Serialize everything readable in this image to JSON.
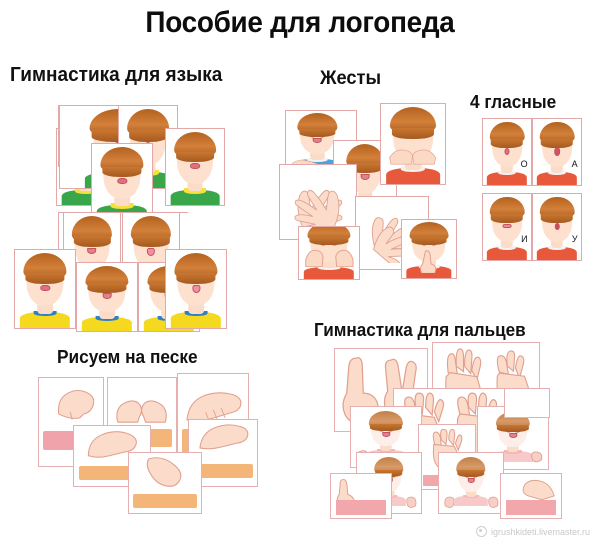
{
  "page": {
    "title": "Пособие для логопеда",
    "background_color": "#ffffff",
    "card_border_color": "#e3a9a9"
  },
  "sections": {
    "tongue": {
      "title": "Гимнастика для языка",
      "card_count": 10,
      "shirt_colors_row1": "green",
      "shirt_colors_row2": "yellow"
    },
    "gestures": {
      "title": "Жесты",
      "card_count": 7
    },
    "vowels": {
      "title": "4 гласные",
      "letters": [
        "О",
        "А",
        "И",
        "У"
      ],
      "shirt_color": "red"
    },
    "sand": {
      "title": "Рисуем на песке",
      "card_count": 6
    },
    "fingers": {
      "title": "Гимнастика для пальцев",
      "card_count": 11
    }
  },
  "watermark": {
    "text": "igrushkideti.livemaster.ru"
  }
}
